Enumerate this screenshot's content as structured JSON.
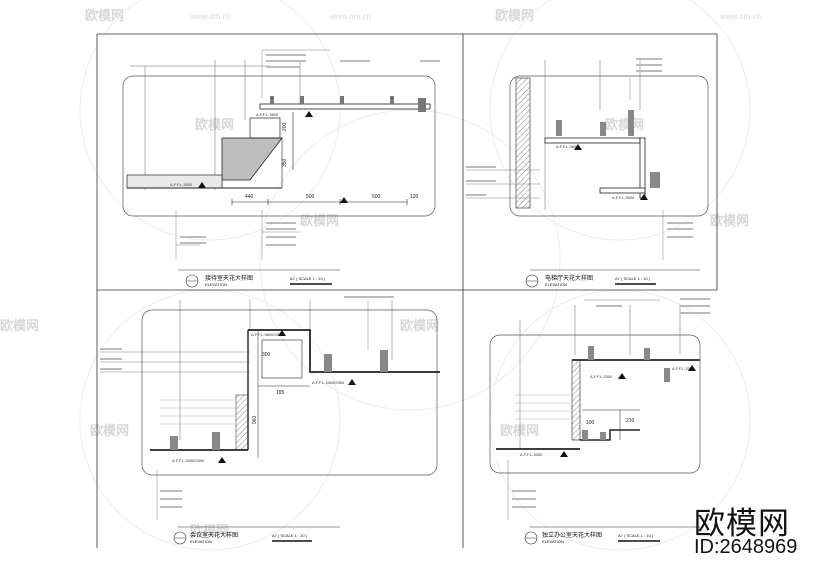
{
  "panels": [
    {
      "title_cn": "接待室天花大样图",
      "title_en": "ELEVATION",
      "scale": "A7  ( SCALE    1 : 10 )",
      "levels": [
        "A.F.F.L.3000",
        "A.F.F.L.3600"
      ],
      "dims": [
        "440",
        "500",
        "500",
        "120",
        "200",
        "350"
      ]
    },
    {
      "title_cn": "电梯厅天花大样图",
      "title_en": "ELEVATION",
      "scale": "A7  ( SCALE    1 : 10 )",
      "levels": [
        "A.F.F.L.3600",
        "A.F.F.L.3600"
      ],
      "dims": []
    },
    {
      "title_cn": "会议室天花大样图",
      "title_en": "ELEVATION",
      "scale": "A7  ( SCALE    1 : 10 )",
      "levels": [
        "A.F.F.L.3600/3300",
        "A.F.F.L.3300/2900",
        "A.F.F.L.3000/2900"
      ],
      "dims": [
        "300",
        "195",
        "960"
      ]
    },
    {
      "title_cn": "独立办公室天花大样图",
      "title_en": "ELEVATION",
      "scale": "A7  ( SCALE    1 : 10 )",
      "levels": [
        "A.F.F.L.3300",
        "A.F.F.L.3320",
        "A.F.F.L.3000"
      ],
      "dims": [
        "100",
        "210"
      ]
    }
  ],
  "watermark": {
    "brand": "欧模网",
    "id": "ID:2648969",
    "small": "欧模网",
    "url": "www.om.cn"
  }
}
